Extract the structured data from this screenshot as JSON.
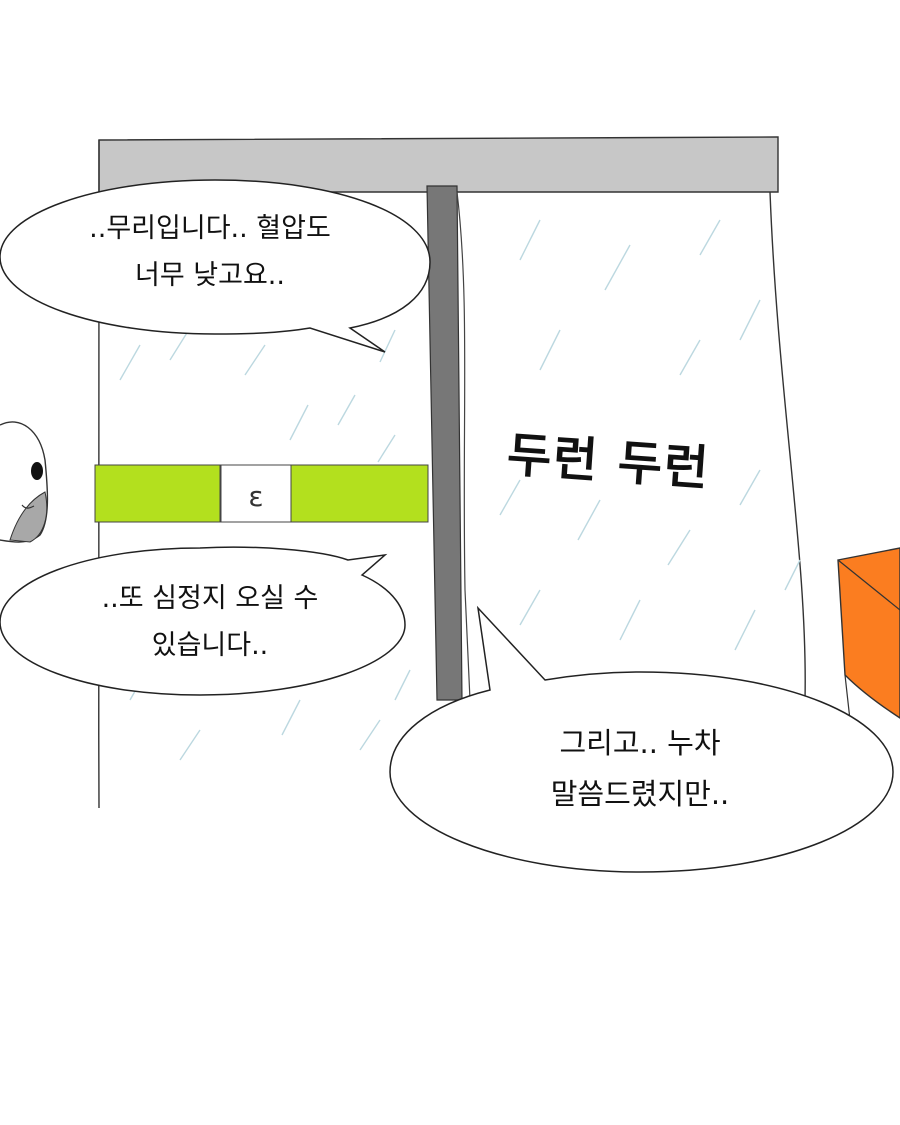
{
  "sign_glyph": "ε",
  "sound_effect": "두런 두런",
  "bubbles": {
    "bubble1": {
      "line1": "..무리입니다.. 혈압도",
      "line2": "너무 낮고요.."
    },
    "bubble2": {
      "line1": "..또 심정지 오실 수",
      "line2": "있습니다.."
    },
    "bubble3": {
      "line1": "그리고.. 누차",
      "line2": "말씀드렸지만.."
    }
  },
  "colors": {
    "door_frame_top": "#c7c7c7",
    "door_divider": "#777777",
    "sign_band": "#b3e01e",
    "orange_object": "#fb7d20",
    "character_grey": "#a8a8a8",
    "rain_streak": "#bcd8e0"
  }
}
